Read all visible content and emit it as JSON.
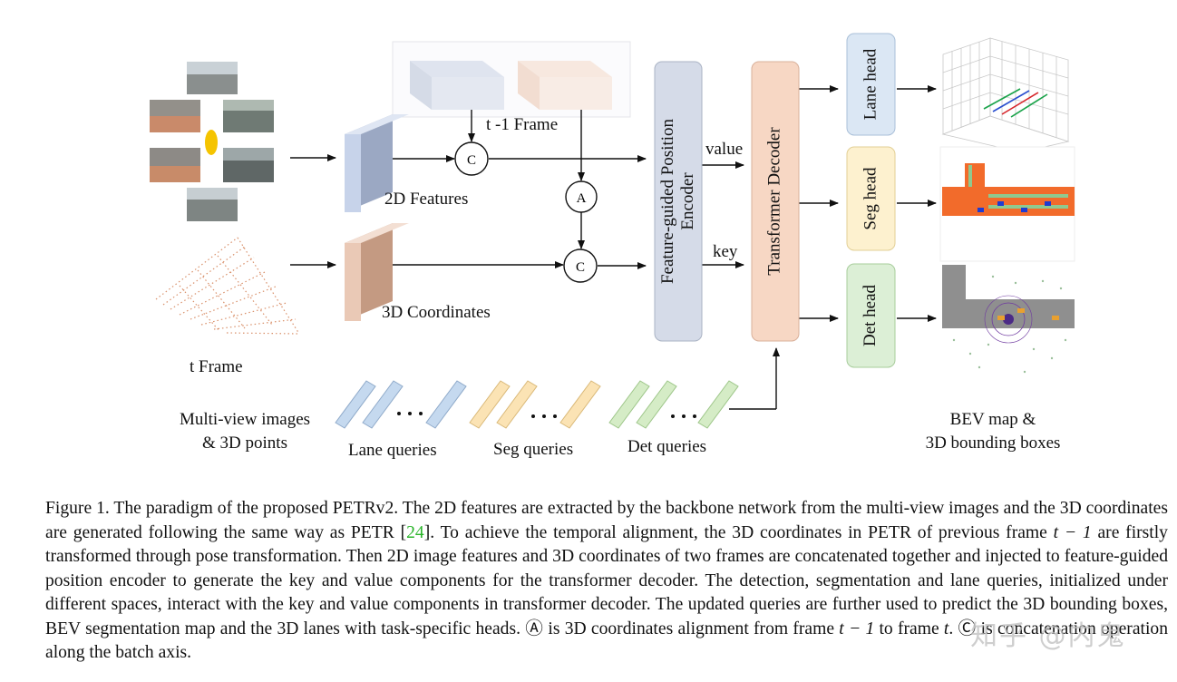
{
  "figure": {
    "labels": {
      "t_minus_1_frame": "t -1 Frame",
      "features_2d": "2D Features",
      "coordinates_3d": "3D Coordinates",
      "t_frame": "t  Frame",
      "concat_symbol": "C",
      "align_symbol": "A",
      "value": "value",
      "key": "key",
      "multi_view_line1": "Multi-view images",
      "multi_view_line2": "& 3D points",
      "lane_queries": "Lane queries",
      "seg_queries": "Seg queries",
      "det_queries": "Det queries",
      "bev_line1": "BEV map &",
      "bev_line2": "3D bounding boxes"
    },
    "blocks": {
      "encoder_line1": "Feature-guided Position",
      "encoder_line2": "Encoder",
      "decoder": "Transformer  Decoder",
      "lane_head": "Lane head",
      "seg_head": "Seg head",
      "det_head": "Det head"
    },
    "colors": {
      "features_2d": "#c7d3ea",
      "coords_3d": "#eac9b6",
      "encoder": "#d5dbe8",
      "decoder": "#f7d7c4",
      "lane_head": "#dbe7f4",
      "seg_head": "#fdf1cf",
      "det_head": "#dcefd6",
      "lane_query": "#c5d9ef",
      "seg_query": "#fbe3b4",
      "det_query": "#d5ecc6"
    }
  },
  "caption": {
    "prefix": "Figure 1. The paradigm of the proposed PETRv2. The 2D features are extracted by the backbone network from the multi-view images and the 3D coordinates are generated following the same way as PETR [",
    "citation": "24",
    "part2": "]. To achieve the temporal alignment, the 3D coordinates in PETR of previous frame ",
    "math1": "t − 1",
    "part3": " are firstly transformed through pose transformation. Then 2D image features and 3D coordinates of two frames are concatenated together and injected to feature-guided position encoder to generate the key and value components for the transformer decoder. The detection, segmentation and lane queries, initialized under different spaces, interact with the key and value components in transformer decoder. The updated queries are further used to predict the 3D bounding boxes, BEV segmentation map and the 3D lanes with task-specific heads. Ⓐ is 3D coordinates alignment from frame ",
    "math2": "t − 1",
    "part4": " to frame ",
    "math3": "t",
    "part5": ". Ⓒ is concatenation operation along the batch axis."
  },
  "watermark": "知乎 @内鬼"
}
